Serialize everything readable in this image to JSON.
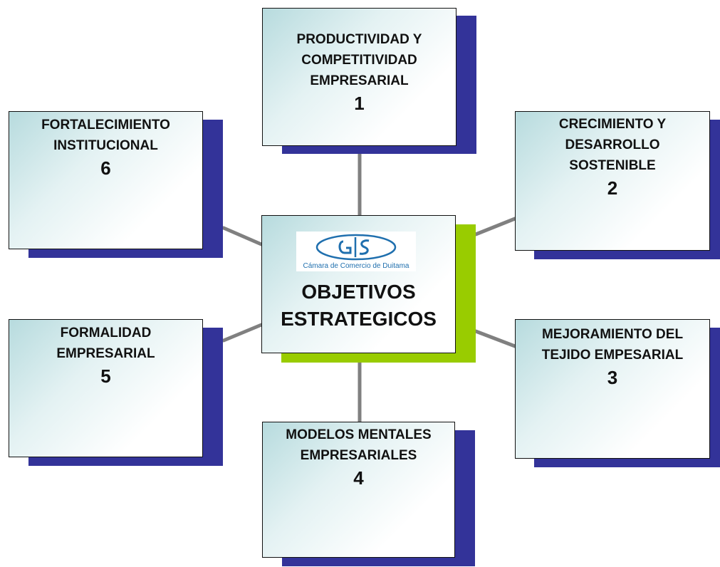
{
  "diagram": {
    "colors": {
      "shadow_blue": "#333399",
      "shadow_green": "#99cc00",
      "connector": "#808080",
      "logo_blue": "#1f6fae"
    },
    "center": {
      "logo_text": "Cámara de Comercio de Duitama",
      "title_lines": [
        "OBJETIVOS",
        "ESTRATEGICOS"
      ]
    },
    "objectives": [
      {
        "number": "1",
        "title_lines": [
          "PRODUCTIVIDAD Y",
          "COMPETITIVIDAD",
          "EMPRESARIAL"
        ]
      },
      {
        "number": "2",
        "title_lines": [
          "CRECIMIENTO Y",
          "DESARROLLO",
          "SOSTENIBLE"
        ]
      },
      {
        "number": "3",
        "title_lines": [
          "MEJORAMIENTO DEL",
          "TEJIDO EMPESARIAL"
        ]
      },
      {
        "number": "4",
        "title_lines": [
          "MODELOS MENTALES",
          "EMPRESARIALES"
        ]
      },
      {
        "number": "5",
        "title_lines": [
          "FORMALIDAD",
          "EMPRESARIAL"
        ]
      },
      {
        "number": "6",
        "title_lines": [
          "FORTALECIMIENTO",
          "INSTITUCIONAL"
        ]
      }
    ]
  }
}
